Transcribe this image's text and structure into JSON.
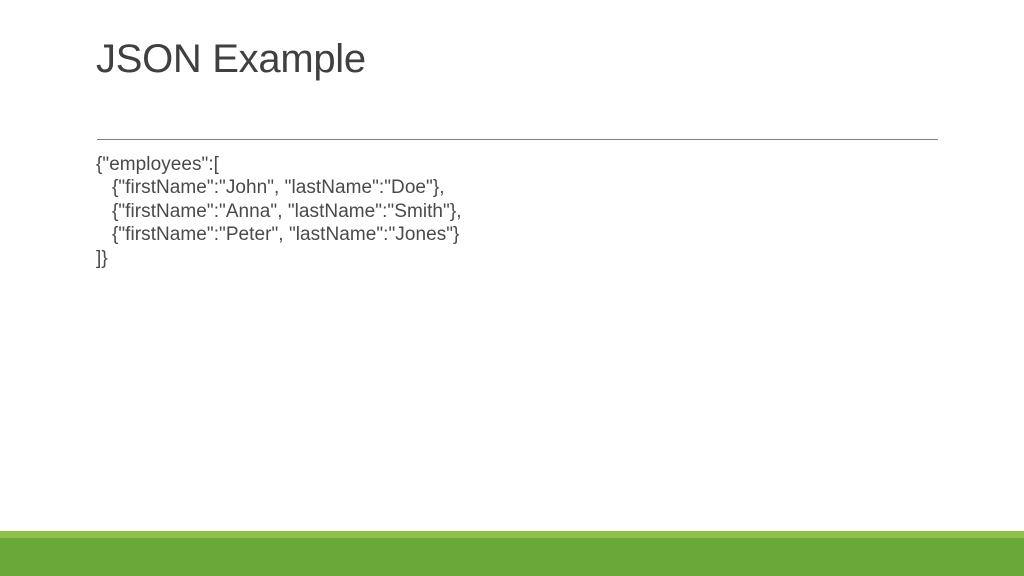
{
  "slide": {
    "title": "JSON Example",
    "title_color": "#404040",
    "background_color": "#ffffff",
    "divider_color": "#7f7f7f",
    "body_color": "#4a4a4a",
    "code_lines": [
      "{\"employees\":[",
      "   {\"firstName\":\"John\", \"lastName\":\"Doe\"},",
      "   {\"firstName\":\"Anna\", \"lastName\":\"Smith\"},",
      "   {\"firstName\":\"Peter\", \"lastName\":\"Jones\"}",
      "]}"
    ]
  },
  "footer": {
    "accent_color": "#8fc04a",
    "main_color": "#69a93a"
  }
}
